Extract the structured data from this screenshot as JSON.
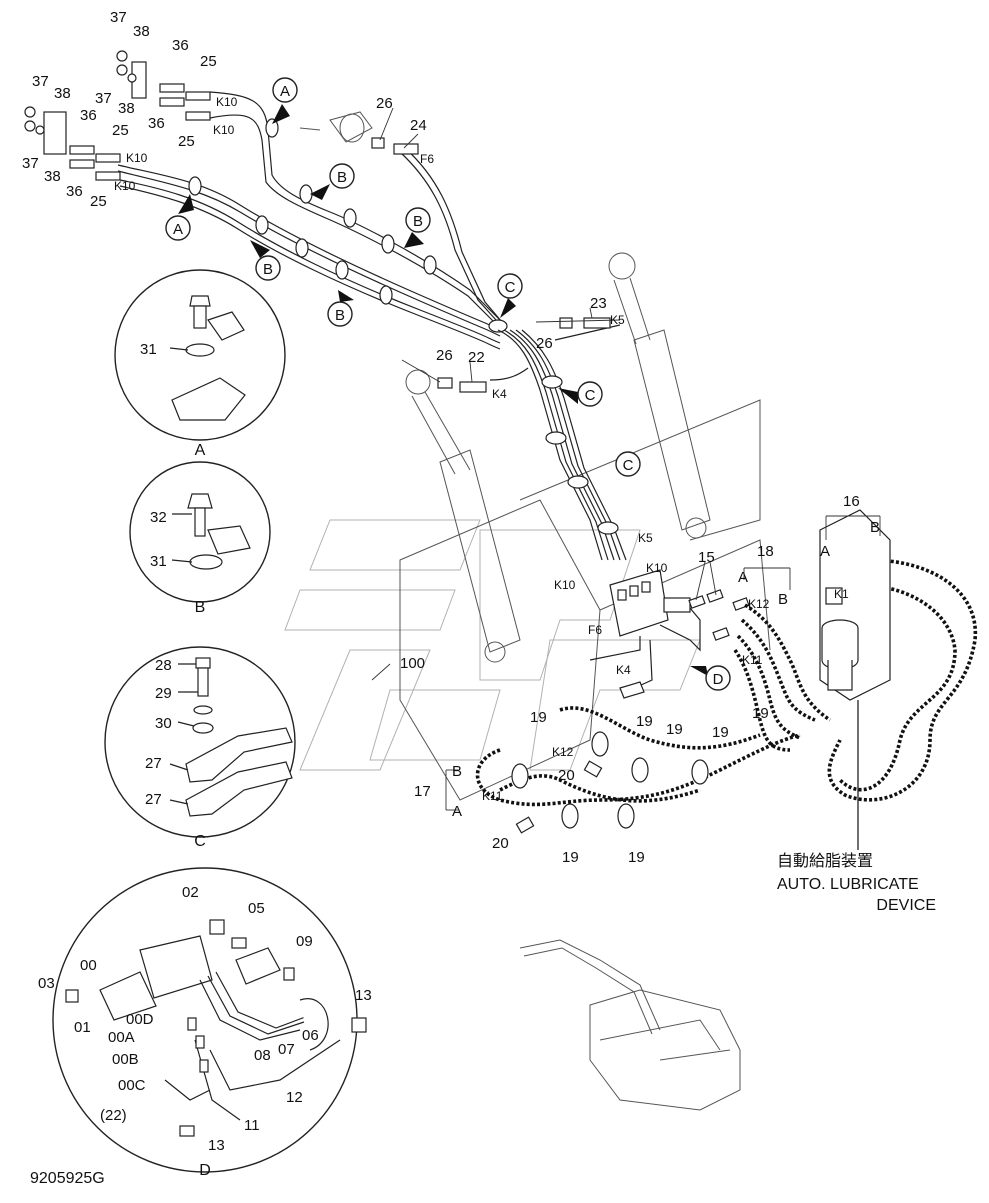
{
  "drawing_number": "9205925G",
  "device_label": {
    "jp": "自動給脂装置",
    "en1": "AUTO. LUBRICATE",
    "en2": "DEVICE"
  },
  "detail_views": {
    "A": "A",
    "B": "B",
    "C": "C",
    "D": "D"
  },
  "detail_A": {
    "p31": "31"
  },
  "detail_B": {
    "p32": "32",
    "p31": "31"
  },
  "detail_C": {
    "p28": "28",
    "p29": "29",
    "p30": "30",
    "p27a": "27",
    "p27b": "27"
  },
  "detail_D": {
    "p00": "00",
    "p01": "01",
    "p02": "02",
    "p03": "03",
    "p05": "05",
    "p06": "06",
    "p07": "07",
    "p08": "08",
    "p09": "09",
    "p11": "11",
    "p12": "12",
    "p13a": "13",
    "p13b": "13",
    "p00A": "00A",
    "p00B": "00B",
    "p00C": "00C",
    "p00D": "00D",
    "p22": "(22)"
  },
  "main": {
    "p37a": "37",
    "p38a": "38",
    "p37b": "37",
    "p38b": "38",
    "p37c": "37",
    "p38c": "38",
    "p37d": "37",
    "p38d": "38",
    "p36a": "36",
    "p36b": "36",
    "p36c": "36",
    "p36d": "36",
    "p25a": "25",
    "p25b": "25",
    "p25c": "25",
    "p25d": "25",
    "k10a": "K10",
    "k10b": "K10",
    "k10c": "K10",
    "k10d": "K10",
    "p26a": "26",
    "p24": "24",
    "f6a": "F6",
    "p26b": "26",
    "p22": "22",
    "k4a": "K4",
    "p23": "23",
    "p26c": "26",
    "k5a": "K5",
    "k5b": "K5",
    "k10e": "K10",
    "k10f": "K10",
    "f6b": "F6",
    "k4b": "K4",
    "p15": "15",
    "p18": "18",
    "p16": "16",
    "a18": "A",
    "b18": "B",
    "a16": "A",
    "b16": "B",
    "k12a": "K12",
    "k11a": "K11",
    "k1": "K1",
    "p19a": "19",
    "p19b": "19",
    "p19c": "19",
    "p19d": "19",
    "p19e": "19",
    "p19f": "19",
    "p19g": "19",
    "p17": "17",
    "a17": "A",
    "b17": "B",
    "k12b": "K12",
    "k11b": "K11",
    "p20a": "20",
    "p20b": "20",
    "p100": "100"
  },
  "callouts": {
    "A1": "A",
    "A2": "A",
    "B1": "B",
    "B2": "B",
    "B3": "B",
    "B4": "B",
    "C1": "C",
    "C2": "C",
    "C3": "C",
    "D1": "D"
  }
}
